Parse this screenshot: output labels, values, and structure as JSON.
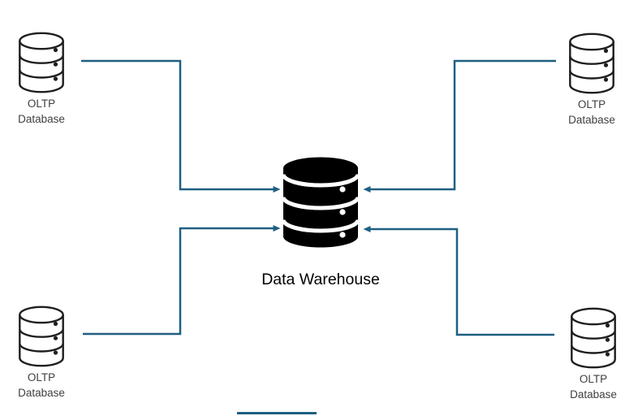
{
  "diagram": {
    "type": "data-flow-diagram",
    "center_node": {
      "label": "Data Warehouse",
      "icon": "database-filled-icon"
    },
    "source_nodes": {
      "top_left": {
        "label": "OLTP\nDatabase",
        "icon": "database-outline-icon"
      },
      "top_right": {
        "label": "OLTP\nDatabase",
        "icon": "database-outline-icon"
      },
      "bottom_left": {
        "label": "OLTP\nDatabase",
        "icon": "database-outline-icon"
      },
      "bottom_right": {
        "label": "OLTP\nDatabase",
        "icon": "database-outline-icon"
      }
    },
    "connectors": [
      {
        "from": "oltp-top-left",
        "to": "data-warehouse",
        "arrow": "into-left-side"
      },
      {
        "from": "oltp-bottom-left",
        "to": "data-warehouse",
        "arrow": "into-left-side"
      },
      {
        "from": "oltp-top-right",
        "to": "data-warehouse",
        "arrow": "into-right-side"
      },
      {
        "from": "oltp-bottom-right",
        "to": "data-warehouse",
        "arrow": "into-right-side"
      }
    ],
    "colors": {
      "connector": "#1F5F82",
      "icon_outline": "#1F1F1F",
      "icon_fill": "#000000",
      "source_label": "#3F3F3F",
      "center_label": "#000000",
      "background": "#FFFFFF"
    }
  }
}
